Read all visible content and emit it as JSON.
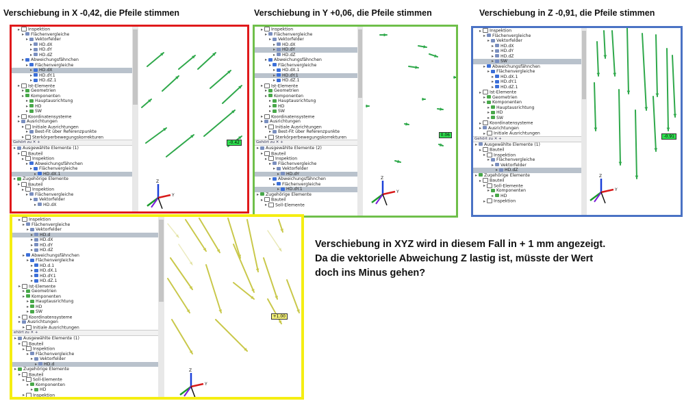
{
  "captions": {
    "x": "Verschiebung in X -0,42, die Pfeile stimmen",
    "y": "Verschiebung in Y +0,06, die Pfeile stimmen",
    "z": "Verschiebung in Z -0,91, die Pfeile stimmen"
  },
  "question": [
    "Verschiebung in XYZ wird in diesem Fall in + 1 mm angezeigt.",
    "Da die vektorielle Abweichung Z lastig ist, müsste der Wert",
    "doch ins Minus gehen?"
  ],
  "colors": {
    "x_border": "#e0191b",
    "y_border": "#6fbf4a",
    "z_border": "#4a72c4",
    "xyz_border": "#f5ee12",
    "arrow_green": "#2ea84a",
    "arrow_yellow": "#c9c84a"
  },
  "panels": {
    "x": {
      "tree": [
        {
          "label": "Inspektion",
          "icon": "folder",
          "indent": 1
        },
        {
          "label": "Flächenvergleiche",
          "icon": "vec",
          "indent": 2
        },
        {
          "label": "Vektorfelder",
          "icon": "vec",
          "indent": 3
        },
        {
          "label": "HD.dX",
          "icon": "vec",
          "indent": 4
        },
        {
          "label": "HD.dY",
          "icon": "vec",
          "indent": 4
        },
        {
          "label": "HD.dZ",
          "icon": "vec",
          "indent": 4
        },
        {
          "label": "Abweichungsfähnchen",
          "icon": "blue",
          "indent": 2
        },
        {
          "label": "Flächenvergleiche",
          "icon": "blue",
          "indent": 3
        },
        {
          "label": "HD.dX",
          "icon": "blue",
          "indent": 4,
          "sel": true
        },
        {
          "label": "HD.dY.1",
          "icon": "blue",
          "indent": 4
        },
        {
          "label": "HD.dZ.1",
          "icon": "blue",
          "indent": 4
        },
        {
          "label": "Ist-Elemente",
          "icon": "folder",
          "indent": 1
        },
        {
          "label": "Geometrien",
          "icon": "green",
          "indent": 2
        },
        {
          "label": "Komponenten",
          "icon": "green",
          "indent": 2
        },
        {
          "label": "Hauptausrichtung",
          "icon": "green",
          "indent": 3
        },
        {
          "label": "HD",
          "icon": "green",
          "indent": 3
        },
        {
          "label": "SW",
          "icon": "green",
          "indent": 3
        },
        {
          "label": "Koordinatensysteme",
          "icon": "folder",
          "indent": 1
        },
        {
          "label": "Ausrichtungen",
          "icon": "vec",
          "indent": 1
        },
        {
          "label": "Initiale Ausrichtungen",
          "icon": "folder",
          "indent": 2
        },
        {
          "label": "Best-Fit über Referenzpunkte",
          "icon": "vec",
          "indent": 3
        },
        {
          "label": "Sterkörperbewegungskorrekturen",
          "icon": "folder",
          "indent": 2
        }
      ],
      "tab": "Gehört zu",
      "tree2": [
        {
          "label": "Ausgewählte Elemente (1)",
          "icon": "vec",
          "indent": 0
        },
        {
          "label": "Bauteil",
          "icon": "folder",
          "indent": 1
        },
        {
          "label": "Inspektion",
          "icon": "folder",
          "indent": 2
        },
        {
          "label": "Abweichungsfähnchen",
          "icon": "blue",
          "indent": 3
        },
        {
          "label": "Flächenvergleiche",
          "icon": "blue",
          "indent": 4
        },
        {
          "label": "HD.dX.1",
          "icon": "blue",
          "indent": 5,
          "sel": true
        },
        {
          "label": "Zugehörige Elemente",
          "icon": "green",
          "indent": 0
        },
        {
          "label": "Bauteil",
          "icon": "folder",
          "indent": 1
        },
        {
          "label": "Inspektion",
          "icon": "folder",
          "indent": 2
        },
        {
          "label": "Flächenvergleiche",
          "icon": "vec",
          "indent": 3
        },
        {
          "label": "Vektorfelder",
          "icon": "vec",
          "indent": 4
        },
        {
          "label": "HD.dX",
          "icon": "vec",
          "indent": 5
        }
      ],
      "label": "-0.42"
    },
    "y": {
      "tree": [
        {
          "label": "Inspektion",
          "icon": "folder",
          "indent": 1
        },
        {
          "label": "Flächenvergleiche",
          "icon": "vec",
          "indent": 2
        },
        {
          "label": "Vektorfelder",
          "icon": "vec",
          "indent": 3
        },
        {
          "label": "HD.dX",
          "icon": "vec",
          "indent": 4
        },
        {
          "label": "HD.dY",
          "icon": "vec",
          "indent": 4,
          "sel": true
        },
        {
          "label": "HD.dZ",
          "icon": "vec",
          "indent": 4
        },
        {
          "label": "Abweichungsfähnchen",
          "icon": "blue",
          "indent": 2
        },
        {
          "label": "Flächenvergleiche",
          "icon": "blue",
          "indent": 3
        },
        {
          "label": "HD.dX.1",
          "icon": "blue",
          "indent": 4
        },
        {
          "label": "HD.dY.1",
          "icon": "blue",
          "indent": 4,
          "sel": true
        },
        {
          "label": "HD.dZ.1",
          "icon": "blue",
          "indent": 4
        },
        {
          "label": "Ist-Elemente",
          "icon": "folder",
          "indent": 1
        },
        {
          "label": "Geometrien",
          "icon": "green",
          "indent": 2
        },
        {
          "label": "Komponenten",
          "icon": "green",
          "indent": 2
        },
        {
          "label": "Hauptausrichtung",
          "icon": "green",
          "indent": 3
        },
        {
          "label": "HD",
          "icon": "green",
          "indent": 3
        },
        {
          "label": "SW",
          "icon": "green",
          "indent": 3
        },
        {
          "label": "Koordinatensysteme",
          "icon": "folder",
          "indent": 1
        },
        {
          "label": "Ausrichtungen",
          "icon": "vec",
          "indent": 1
        },
        {
          "label": "Initiale Ausrichtungen",
          "icon": "folder",
          "indent": 2
        },
        {
          "label": "Best-Fit über Referenzpunkte",
          "icon": "vec",
          "indent": 3
        },
        {
          "label": "Sterkörperbewegungskorrekturen",
          "icon": "folder",
          "indent": 2
        }
      ],
      "tab": "Gehört zu",
      "tree2": [
        {
          "label": "Ausgewählte Elemente (2)",
          "icon": "vec",
          "indent": 0
        },
        {
          "label": "Bauteil",
          "icon": "folder",
          "indent": 1
        },
        {
          "label": "Inspektion",
          "icon": "folder",
          "indent": 2
        },
        {
          "label": "Flächenvergleiche",
          "icon": "vec",
          "indent": 3
        },
        {
          "label": "Vektorfelder",
          "icon": "vec",
          "indent": 4
        },
        {
          "label": "HD.dY",
          "icon": "vec",
          "indent": 5,
          "sel": true
        },
        {
          "label": "Abweichungsfähnchen",
          "icon": "blue",
          "indent": 3
        },
        {
          "label": "Flächenvergleiche",
          "icon": "blue",
          "indent": 4
        },
        {
          "label": "HD.dY.1",
          "icon": "blue",
          "indent": 5,
          "sel": true
        },
        {
          "label": "Zugehörige Elemente",
          "icon": "green",
          "indent": 0
        },
        {
          "label": "Bauteil",
          "icon": "folder",
          "indent": 1
        },
        {
          "label": "Soll-Elemente",
          "icon": "folder",
          "indent": 2
        }
      ],
      "label": "0.06"
    },
    "z": {
      "tree": [
        {
          "label": "Inspektion",
          "icon": "folder",
          "indent": 1
        },
        {
          "label": "Flächenvergleiche",
          "icon": "vec",
          "indent": 2
        },
        {
          "label": "Vektorfelder",
          "icon": "vec",
          "indent": 3
        },
        {
          "label": "HD.dX",
          "icon": "vec",
          "indent": 4
        },
        {
          "label": "HD.dY",
          "icon": "vec",
          "indent": 4
        },
        {
          "label": "HD.dZ",
          "icon": "vec",
          "indent": 4
        },
        {
          "label": "SW",
          "icon": "vec",
          "indent": 4,
          "sel": true
        },
        {
          "label": "Abweichungsfähnchen",
          "icon": "blue",
          "indent": 2
        },
        {
          "label": "Flächenvergleiche",
          "icon": "blue",
          "indent": 3
        },
        {
          "label": "HD.dX.1",
          "icon": "blue",
          "indent": 4
        },
        {
          "label": "HD.dY.1",
          "icon": "blue",
          "indent": 4
        },
        {
          "label": "HD.dZ.1",
          "icon": "blue",
          "indent": 4
        },
        {
          "label": "Ist-Elemente",
          "icon": "folder",
          "indent": 1
        },
        {
          "label": "Geometrien",
          "icon": "green",
          "indent": 2
        },
        {
          "label": "Komponenten",
          "icon": "green",
          "indent": 2
        },
        {
          "label": "Hauptausrichtung",
          "icon": "green",
          "indent": 3
        },
        {
          "label": "HD",
          "icon": "green",
          "indent": 3
        },
        {
          "label": "SW",
          "icon": "green",
          "indent": 3
        },
        {
          "label": "Koordinatensysteme",
          "icon": "folder",
          "indent": 1
        },
        {
          "label": "Ausrichtungen",
          "icon": "vec",
          "indent": 1
        },
        {
          "label": "Initiale Ausrichtungen",
          "icon": "folder",
          "indent": 2
        }
      ],
      "tab": "Gehört zu",
      "tree2": [
        {
          "label": "Ausgewählte Elemente (1)",
          "icon": "vec",
          "indent": 0
        },
        {
          "label": "Bauteil",
          "icon": "folder",
          "indent": 1
        },
        {
          "label": "Inspektion",
          "icon": "folder",
          "indent": 2
        },
        {
          "label": "Flächenvergleiche",
          "icon": "vec",
          "indent": 3
        },
        {
          "label": "Vektorfelder",
          "icon": "vec",
          "indent": 4
        },
        {
          "label": "HD.dZ",
          "icon": "vec",
          "indent": 5,
          "sel": true
        },
        {
          "label": "Zugehörige Elemente",
          "icon": "green",
          "indent": 0
        },
        {
          "label": "Bauteil",
          "icon": "folder",
          "indent": 1
        },
        {
          "label": "Soll-Elemente",
          "icon": "folder",
          "indent": 2
        },
        {
          "label": "Komponenten",
          "icon": "green",
          "indent": 3
        },
        {
          "label": "HD",
          "icon": "green",
          "indent": 4
        },
        {
          "label": "Inspektion",
          "icon": "folder",
          "indent": 2
        }
      ],
      "label": "-0.91"
    },
    "xyz": {
      "tree": [
        {
          "label": "Inspektion",
          "icon": "folder",
          "indent": 1
        },
        {
          "label": "Flächenvergleiche",
          "icon": "vec",
          "indent": 2
        },
        {
          "label": "Vektorfelder",
          "icon": "vec",
          "indent": 3
        },
        {
          "label": "HD.d",
          "icon": "vec",
          "indent": 4,
          "sel": true
        },
        {
          "label": "HD.dX",
          "icon": "vec",
          "indent": 4
        },
        {
          "label": "HD.dY",
          "icon": "vec",
          "indent": 4
        },
        {
          "label": "HD.dZ",
          "icon": "vec",
          "indent": 4
        },
        {
          "label": "Abweichungsfähnchen",
          "icon": "blue",
          "indent": 2
        },
        {
          "label": "Flächenvergleiche",
          "icon": "blue",
          "indent": 3
        },
        {
          "label": "HD.d.1",
          "icon": "blue",
          "indent": 4
        },
        {
          "label": "HD.dX.1",
          "icon": "blue",
          "indent": 4
        },
        {
          "label": "HD.dY.1",
          "icon": "blue",
          "indent": 4
        },
        {
          "label": "HD.dZ.1",
          "icon": "blue",
          "indent": 4
        },
        {
          "label": "Ist-Elemente",
          "icon": "folder",
          "indent": 1
        },
        {
          "label": "Geometrien",
          "icon": "green",
          "indent": 2
        },
        {
          "label": "Komponenten",
          "icon": "green",
          "indent": 2
        },
        {
          "label": "Hauptausrichtung",
          "icon": "green",
          "indent": 3
        },
        {
          "label": "HD",
          "icon": "green",
          "indent": 3
        },
        {
          "label": "SW",
          "icon": "green",
          "indent": 3
        },
        {
          "label": "Koordinatensysteme",
          "icon": "folder",
          "indent": 1
        },
        {
          "label": "Ausrichtungen",
          "icon": "vec",
          "indent": 1
        },
        {
          "label": "Initiale Ausrichtungen",
          "icon": "folder",
          "indent": 2
        }
      ],
      "tab": "ehört zu",
      "tree2": [
        {
          "label": "Ausgewählte Elemente (1)",
          "icon": "vec",
          "indent": 0
        },
        {
          "label": "Bauteil",
          "icon": "folder",
          "indent": 1
        },
        {
          "label": "Inspektion",
          "icon": "folder",
          "indent": 2
        },
        {
          "label": "Flächenvergleiche",
          "icon": "vec",
          "indent": 3
        },
        {
          "label": "Vektorfelder",
          "icon": "vec",
          "indent": 4
        },
        {
          "label": "HD.d",
          "icon": "vec",
          "indent": 5,
          "sel": true
        },
        {
          "label": "Zugehörige Elemente",
          "icon": "green",
          "indent": 0
        },
        {
          "label": "Bauteil",
          "icon": "folder",
          "indent": 1
        },
        {
          "label": "Soll-Elemente",
          "icon": "folder",
          "indent": 2
        },
        {
          "label": "Komponenten",
          "icon": "green",
          "indent": 3
        },
        {
          "label": "HD",
          "icon": "green",
          "indent": 4
        },
        {
          "label": "Inspektion",
          "icon": "folder",
          "indent": 2
        }
      ],
      "label": "+1.00"
    }
  }
}
